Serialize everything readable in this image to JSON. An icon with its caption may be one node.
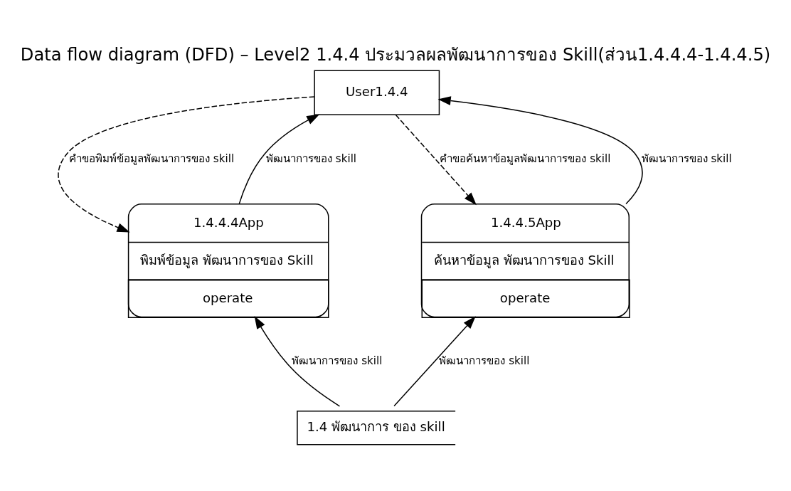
{
  "diagram": {
    "title": "Data flow diagram (DFD) – Level2 1.4.4 ประมวลผลพัฒนาการของ Skill(ส่วน1.4.4.4-1.4.4.5)",
    "nodes": [
      {
        "text": [
          "User1.4.4"
        ]
      },
      {
        "text": [
          "1.4.4.4App",
          "พิมพ์ข้อมูล พัฒนาการของ Skill",
          "operate"
        ]
      },
      {
        "text": [
          "1.4.4.5App",
          "ค้นหาข้อมูล พัฒนาการของ Skill",
          "operate"
        ]
      },
      {
        "text": [
          "1.4 พัฒนาการ ของ skill"
        ]
      }
    ],
    "edges": [
      {
        "from": 1,
        "to": 0,
        "arrow": "to",
        "label": "พัฒนาการของ skill"
      },
      {
        "from": 0,
        "to": 1,
        "arrow": "to",
        "label": "คำขอพิมพ์ข้อมูลพัฒนาการของ skill",
        "style": "dashed"
      },
      {
        "from": 0,
        "to": 2,
        "arrow": "to",
        "label": "คำขอค้นหาข้อมูลพัฒนาการของ skill",
        "style": "dashed"
      },
      {
        "from": 2,
        "to": 0,
        "arrow": "to",
        "label": "พัฒนาการของ skill"
      },
      {
        "from": 3,
        "to": 1,
        "arrow": "to",
        "label": "พัฒนาการของ skill"
      },
      {
        "from": 3,
        "to": 2,
        "arrow": "to",
        "label": "พัฒนาการของ skill"
      }
    ]
  }
}
